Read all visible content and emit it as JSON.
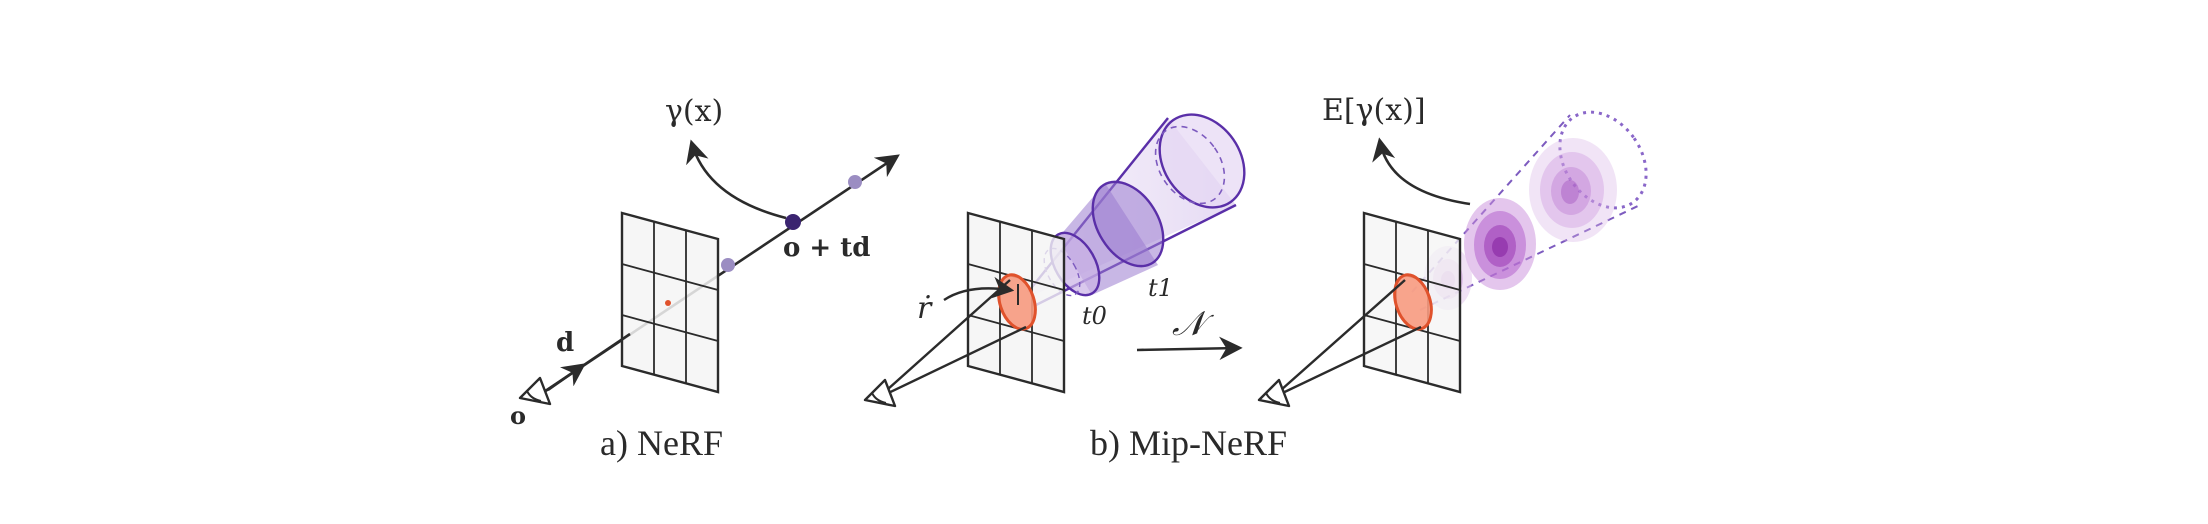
{
  "colors": {
    "ink": "#2b2b2b",
    "grid_fill": "#f4f4f4",
    "pixel_fill": "#f79a80",
    "pixel_stroke": "#e0522c",
    "point_dark": "#3b2470",
    "point_light": "#9b8dc2",
    "cone_stroke": "#5a2fa8",
    "cone_fill": "#c9b1e6",
    "cone_fill_dark": "#9a7bd0",
    "gauss": "#b06ac8"
  },
  "panel_a": {
    "caption": "a) NeRF",
    "gamma_label": "γ(x)",
    "point_label": "o + td",
    "direction_label": "d",
    "origin_label": "o"
  },
  "panel_b": {
    "caption": "b) Mip-NeRF",
    "radius_label": "ṙ",
    "t0_label": "t0",
    "t1_label": "t1",
    "normal_label": "𝒩",
    "expect_label": "E[γ(x)]"
  }
}
